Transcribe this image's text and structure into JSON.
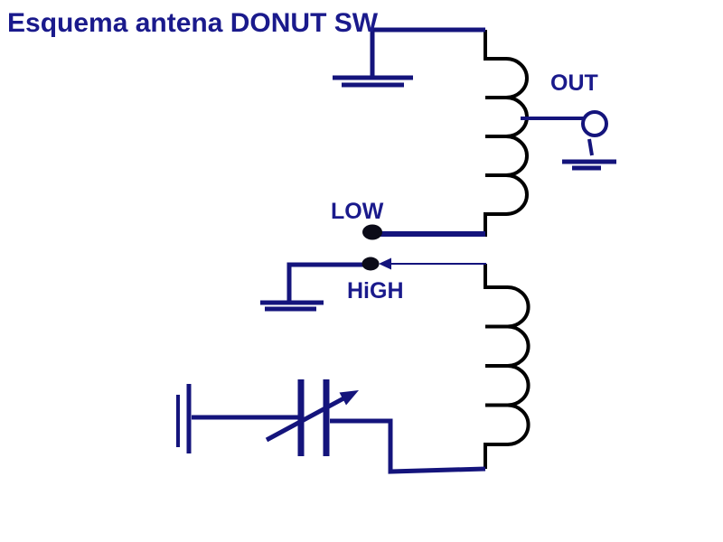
{
  "title": "Esquema antena DONUT SW",
  "labels": {
    "out": "OUT",
    "low": "LOW",
    "high": "HiGH"
  },
  "colors": {
    "wire": "#14147c",
    "coil": "#000000",
    "text": "#1a1a8c",
    "tap_dot": "#0b0b18",
    "background": "#ffffff"
  },
  "components": [
    {
      "id": "ground-top",
      "type": "ground-symbol"
    },
    {
      "id": "coil-upper",
      "type": "inductor",
      "turns": 4
    },
    {
      "id": "out-terminal",
      "type": "open-circle-terminal",
      "label": "OUT"
    },
    {
      "id": "ground-out",
      "type": "ground-symbol"
    },
    {
      "id": "tap-low",
      "type": "tap-dot",
      "label": "LOW"
    },
    {
      "id": "tap-high",
      "type": "tap-dot-with-arrow",
      "label": "HiGH"
    },
    {
      "id": "ground-high",
      "type": "ground-symbol"
    },
    {
      "id": "coil-lower",
      "type": "inductor",
      "turns": 4
    },
    {
      "id": "variable-capacitor",
      "type": "variable-capacitor"
    },
    {
      "id": "left-terminal",
      "type": "capacitor-plates"
    }
  ]
}
